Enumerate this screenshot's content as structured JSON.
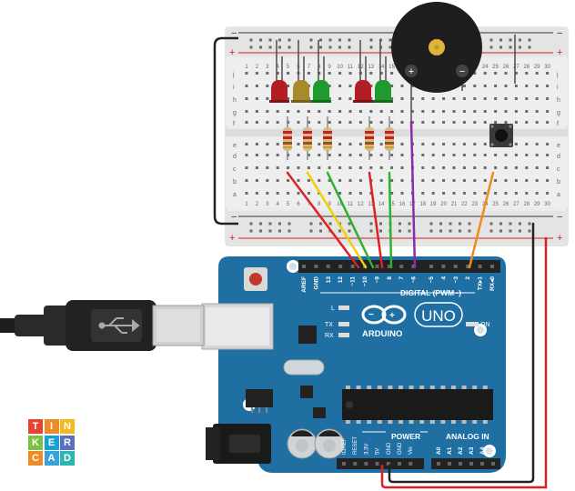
{
  "app": {
    "logo": {
      "letters": [
        "T",
        "I",
        "N",
        "K",
        "E",
        "R",
        "C",
        "A",
        "D"
      ],
      "colors": [
        "#e8432e",
        "#f08a24",
        "#f5b81c",
        "#7ac143",
        "#18a0d8",
        "#5b6fc0",
        "#f08a24",
        "#3aa0d8",
        "#2fb5b0"
      ]
    }
  },
  "breadboard": {
    "rail_plus": "+",
    "rail_minus": "−",
    "column_numbers": [
      "1",
      "2",
      "3",
      "4",
      "5",
      "6",
      "7",
      "8",
      "9",
      "10",
      "11",
      "12",
      "13",
      "14",
      "15",
      "16",
      "17",
      "18",
      "19",
      "20",
      "21",
      "22",
      "23",
      "24",
      "25",
      "26",
      "27",
      "28",
      "29",
      "30"
    ],
    "row_letters_top": [
      "j",
      "i",
      "h",
      "g",
      "f"
    ],
    "row_letters_bottom": [
      "e",
      "d",
      "c",
      "b",
      "a"
    ],
    "buzzer_plus": "+",
    "buzzer_minus": "−"
  },
  "arduino": {
    "brand": "ARDUINO",
    "model": "UNO",
    "digital_label": "DIGITAL (PWM~)",
    "power_label": "POWER",
    "analog_label": "ANALOG IN",
    "on_label": "ON",
    "l_label": "L",
    "tx_label": "TX",
    "rx_label": "RX",
    "digital_pins": [
      "AREF",
      "GND",
      "13",
      "12",
      "~11",
      "~10",
      "~9",
      "8",
      "7",
      "~6",
      "~5",
      "4",
      "~3",
      "2",
      "TX▸1",
      "RX◂0"
    ],
    "power_pins": [
      "IOREF",
      "RESET",
      "3.3V",
      "5V",
      "GND",
      "GND",
      "Vin"
    ],
    "analog_pins": [
      "A0",
      "A1",
      "A2",
      "A3",
      "A4",
      "A5"
    ]
  },
  "components": {
    "leds": [
      {
        "color": "#b01e24",
        "name": "red"
      },
      {
        "color": "#b0902a",
        "name": "yellow"
      },
      {
        "color": "#1f9a2e",
        "name": "green"
      },
      {
        "color": "#b01e24",
        "name": "red"
      },
      {
        "color": "#1f9a2e",
        "name": "green"
      }
    ],
    "wire_colors": {
      "red": "#e02020",
      "yellow": "#f0d000",
      "green": "#30b030",
      "purple": "#8a2bb0",
      "orange": "#f08a1c",
      "black": "#222222"
    }
  }
}
